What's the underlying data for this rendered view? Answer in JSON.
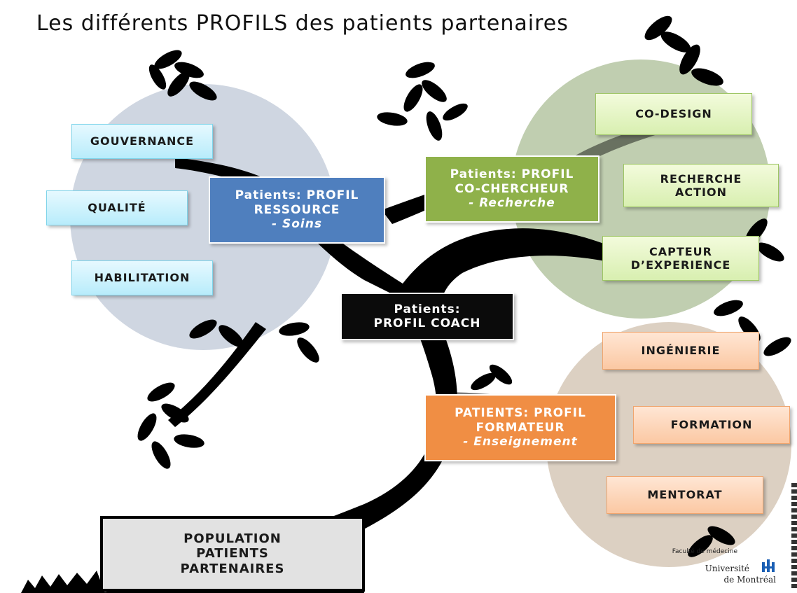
{
  "title": "Les différents PROFILS des patients partenaires",
  "colors": {
    "circle_left": "#c7cfdc",
    "circle_right_top": "#b9c9a7",
    "circle_right_bottom": "#d8cbbb",
    "profile_ressource": "#4f7fbe",
    "profile_cochercheur": "#8fb14a",
    "profile_formateur": "#f08e44",
    "profile_coach": "#0b0b0b"
  },
  "left_boxes": [
    "GOUVERNANCE",
    "QUALITÉ",
    "HABILITATION"
  ],
  "right_top_boxes": {
    "codesign": "CO-DESIGN",
    "recherche": [
      "RECHERCHE",
      "ACTION"
    ],
    "capteur": [
      "CAPTEUR",
      "D’EXPERIENCE"
    ]
  },
  "right_bottom_boxes": [
    "INGÉNIERIE",
    "FORMATION",
    "MENTORAT"
  ],
  "profiles": {
    "ressource": [
      "Patients:  PROFIL",
      "RESSOURCE",
      "- Soins"
    ],
    "cochercheur": [
      "Patients: PROFIL",
      "CO-CHERCHEUR",
      "- Recherche"
    ],
    "coach": [
      "Patients:",
      "PROFIL COACH"
    ],
    "formateur": [
      "PATIENTS: PROFIL",
      "FORMATEUR",
      "- Enseignement"
    ]
  },
  "population": [
    "POPULATION",
    "PATIENTS",
    "PARTENAIRES"
  ],
  "logo": {
    "faculty": "Faculté de médecine",
    "university_line1": "Université",
    "university_line2": "de Montréal"
  }
}
